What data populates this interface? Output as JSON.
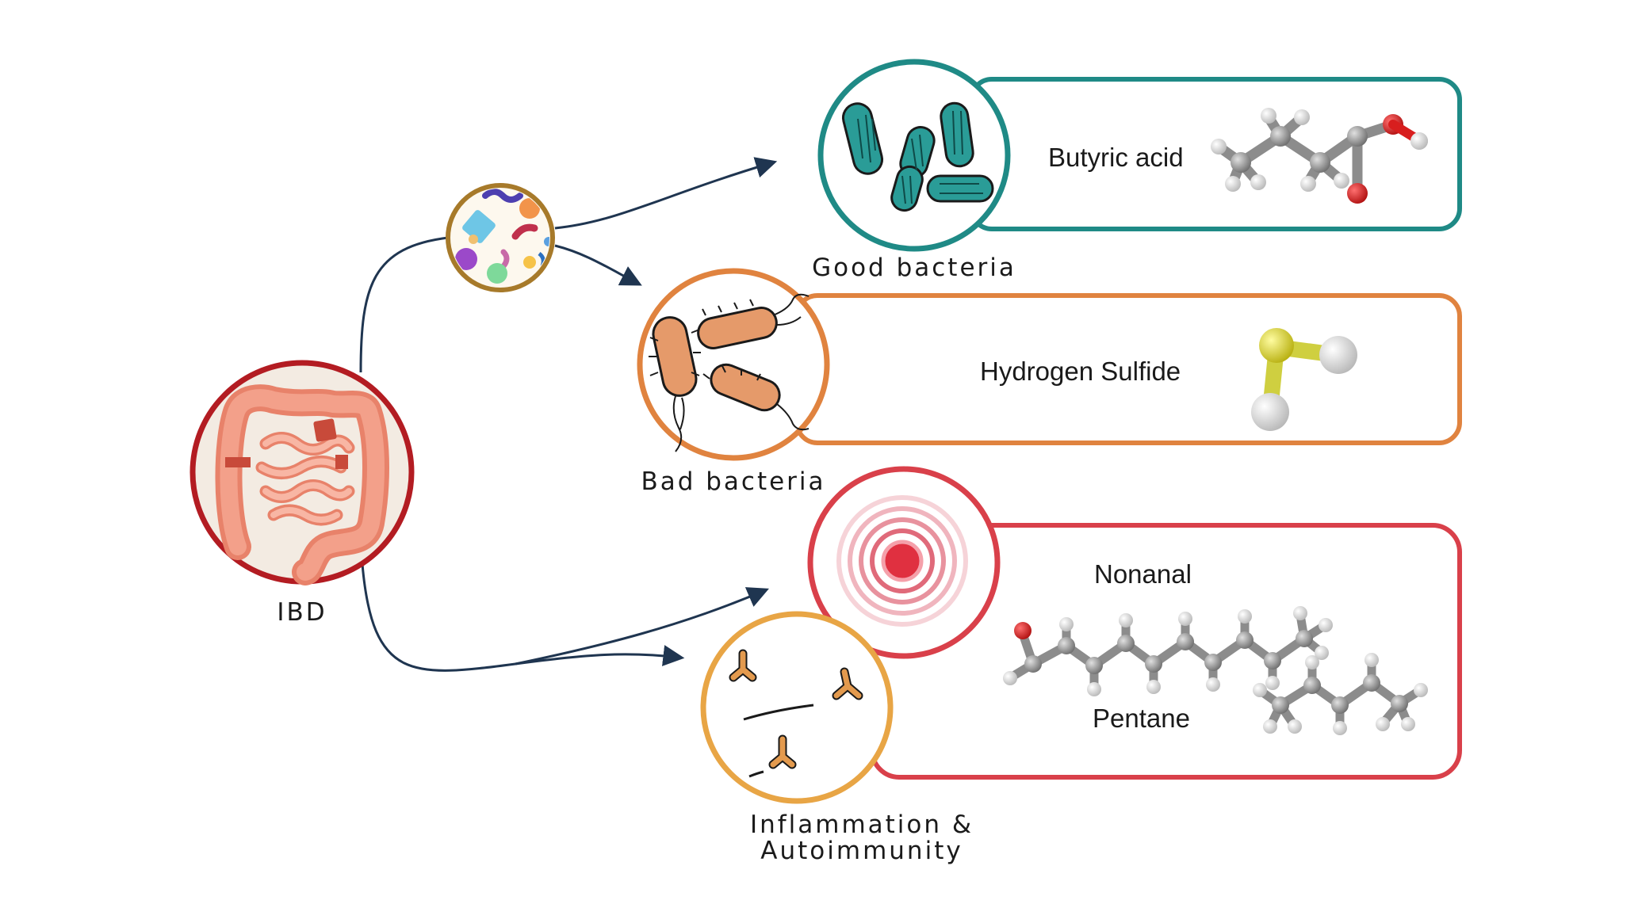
{
  "labels": {
    "ibd": "IBD",
    "good_bacteria": "Good bacteria",
    "bad_bacteria": "Bad bacteria",
    "inflammation_line1": "Inflammation &",
    "inflammation_line2": "Autoimmunity"
  },
  "molecules": {
    "butyric_acid": "Butyric acid",
    "hydrogen_sulfide": "Hydrogen Sulfide",
    "nonanal": "Nonanal",
    "pentane": "Pentane"
  },
  "colors": {
    "ibd_ring": "#b31c22",
    "microbiome_ring": "#a77a2a",
    "good_ring": "#1f8a86",
    "bad_ring": "#e0833f",
    "inflammation_box": "#d9404a",
    "inflammation_ring": "#e8a545",
    "arrow": "#1f3550",
    "bacteria_teal": "#2a9c97",
    "bacteria_orange": "#e59a6a",
    "antibody": "#e39a4e",
    "carbon": "#8c8c8c",
    "hydrogen": "#e6e6e6",
    "oxygen": "#d81e1e",
    "sulfur": "#e6e020"
  }
}
